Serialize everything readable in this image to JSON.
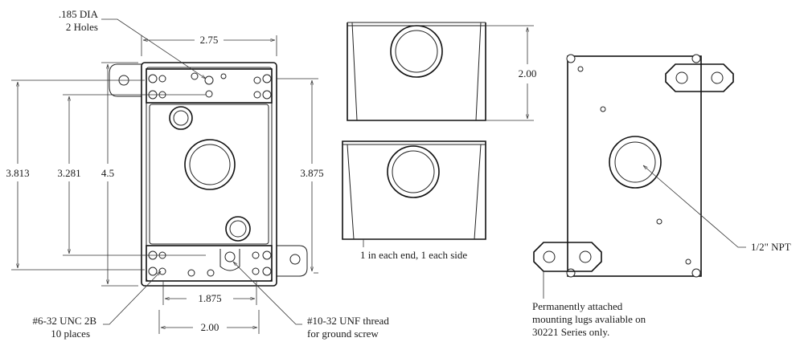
{
  "labels": {
    "dia_callout_1": ".185  DIA",
    "dia_callout_2": "2 Holes",
    "dim_width": "2.75",
    "dim_3813": "3.813",
    "dim_3281": "3.281",
    "dim_45": "4.5",
    "dim_3875": "3.875",
    "dim_1875": "1.875",
    "dim_200_bottom": "2.00",
    "dim_200_end": "2.00",
    "unc_1": "#6-32 UNC 2B",
    "unc_2": "10 places",
    "unf_1": "#10-32 UNF thread",
    "unf_2": "for ground screw",
    "ends_note": "1 in each end, 1 each side",
    "npt": "1/2\" NPT",
    "lugs_1": "Permanently attached",
    "lugs_2": "mounting lugs avaliable on",
    "lugs_3": "30221 Series only."
  }
}
